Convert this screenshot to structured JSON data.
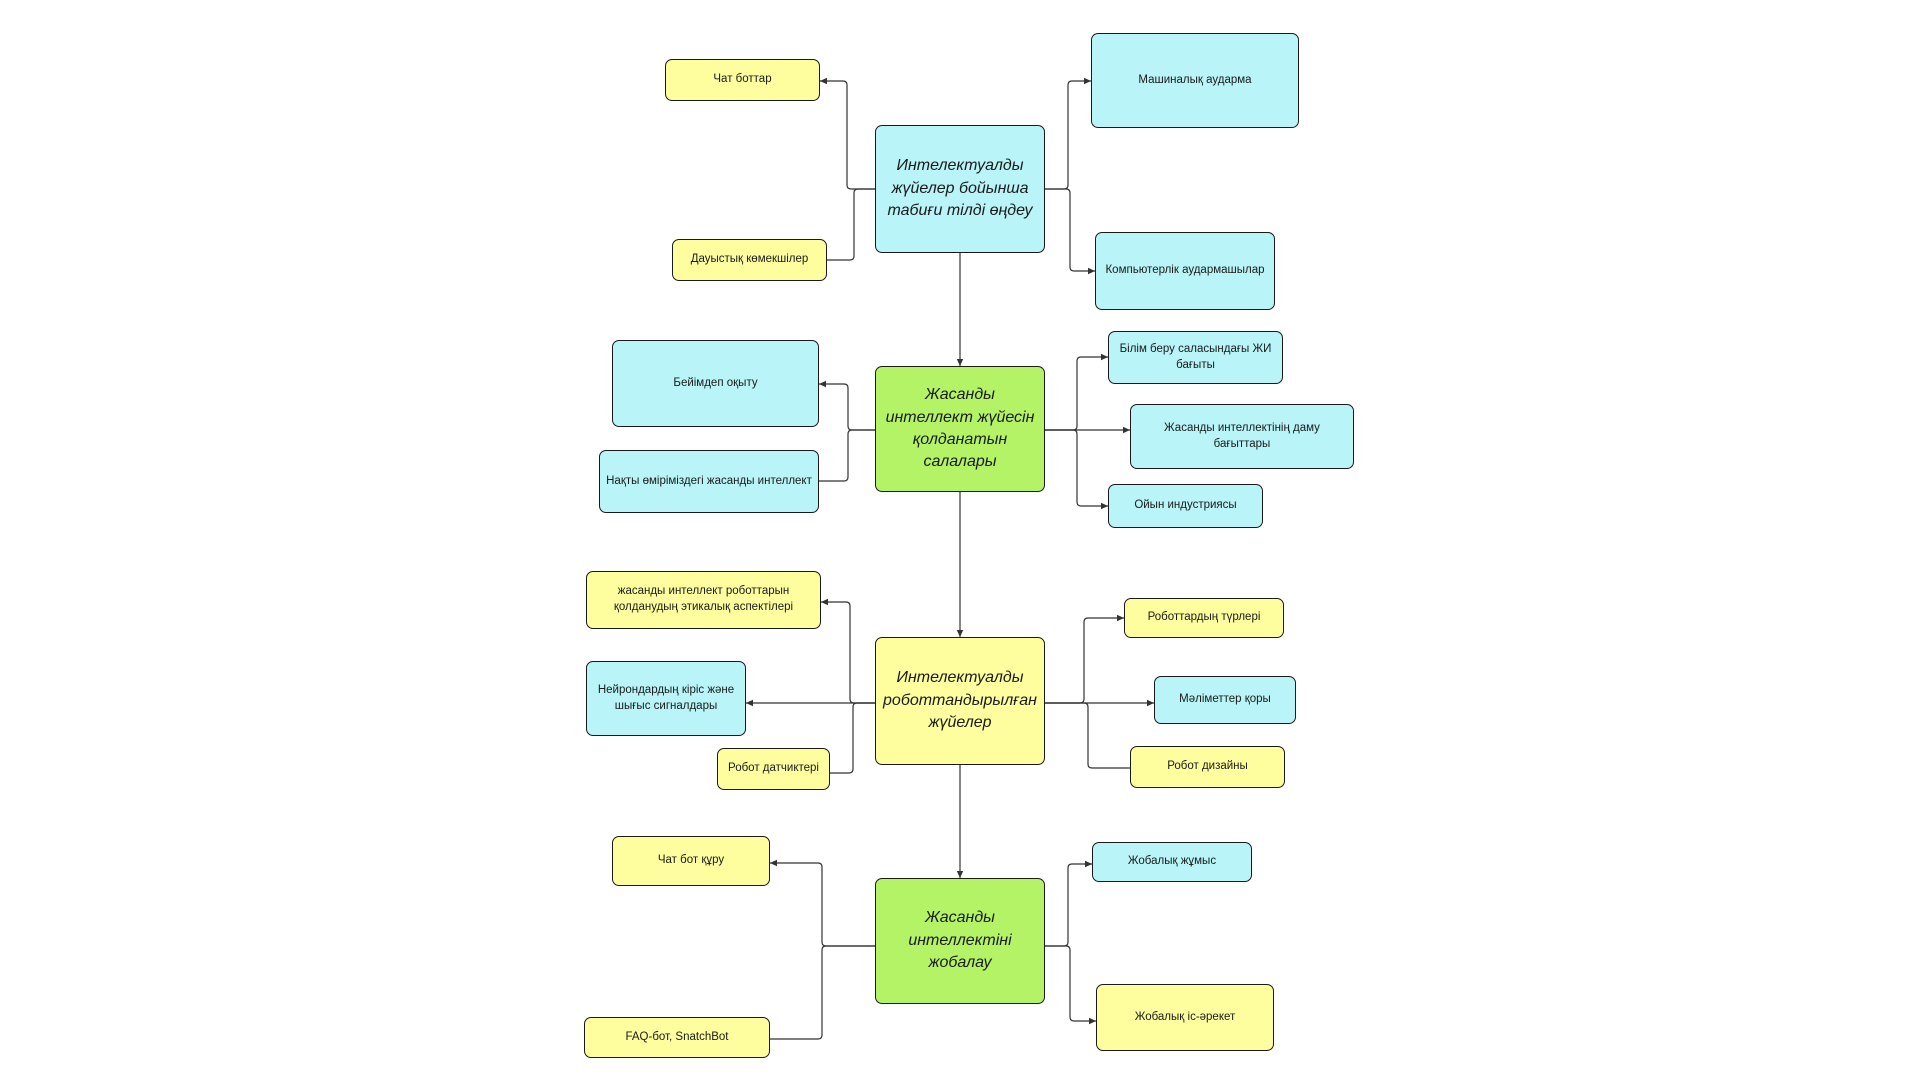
{
  "colors": {
    "cyan": "#b8f4f8",
    "yellow": "#fefe9e",
    "green": "#b5f366",
    "border": "#1a1a1a",
    "line": "#333333"
  },
  "main_nodes": {
    "nlp": "Интелектуалды жүйелер бойынша табиғи тілді өңдеу",
    "ai_fields": "Жасанды интеллект жүйесін қолданатын салалары",
    "robotic": "Интелектуалды роботтандырылған жүйелер",
    "ai_design": "Жасанды интеллектіні жобалау"
  },
  "leaves": {
    "chatbots": "Чат боттар",
    "voice_assistants": "Дауыстық көмекшілер",
    "machine_translation": "Машиналық аударма",
    "computer_translators": "Компьютерлік аудармашылар",
    "adaptive_learning": "Бейімдеп оқыту",
    "real_life_ai": "Нақты өміріміздегі жасанды интеллект",
    "ai_in_education": "Білім беру саласындағы ЖИ бағыты",
    "ai_development": "Жасанды интеллектінің даму бағыттары",
    "game_industry": "Ойын индустриясы",
    "ethics": "жасанды интеллект роботтарын қолданудың этикалық аспектілері",
    "neuron_signals": "Нейрондардың кіріс және шығыс сигналдары",
    "robot_sensors": "Робот датчиктері",
    "robot_types": "Роботтардың түрлері",
    "database": "Мәліметтер қоры",
    "robot_design": "Робот дизайны",
    "build_chatbot": "Чат бот құру",
    "faq_bot": "FAQ-бот, SnatchBot",
    "project_work": "Жобалық жұмыс",
    "project_activity": "Жобалық іс-әрекет"
  }
}
